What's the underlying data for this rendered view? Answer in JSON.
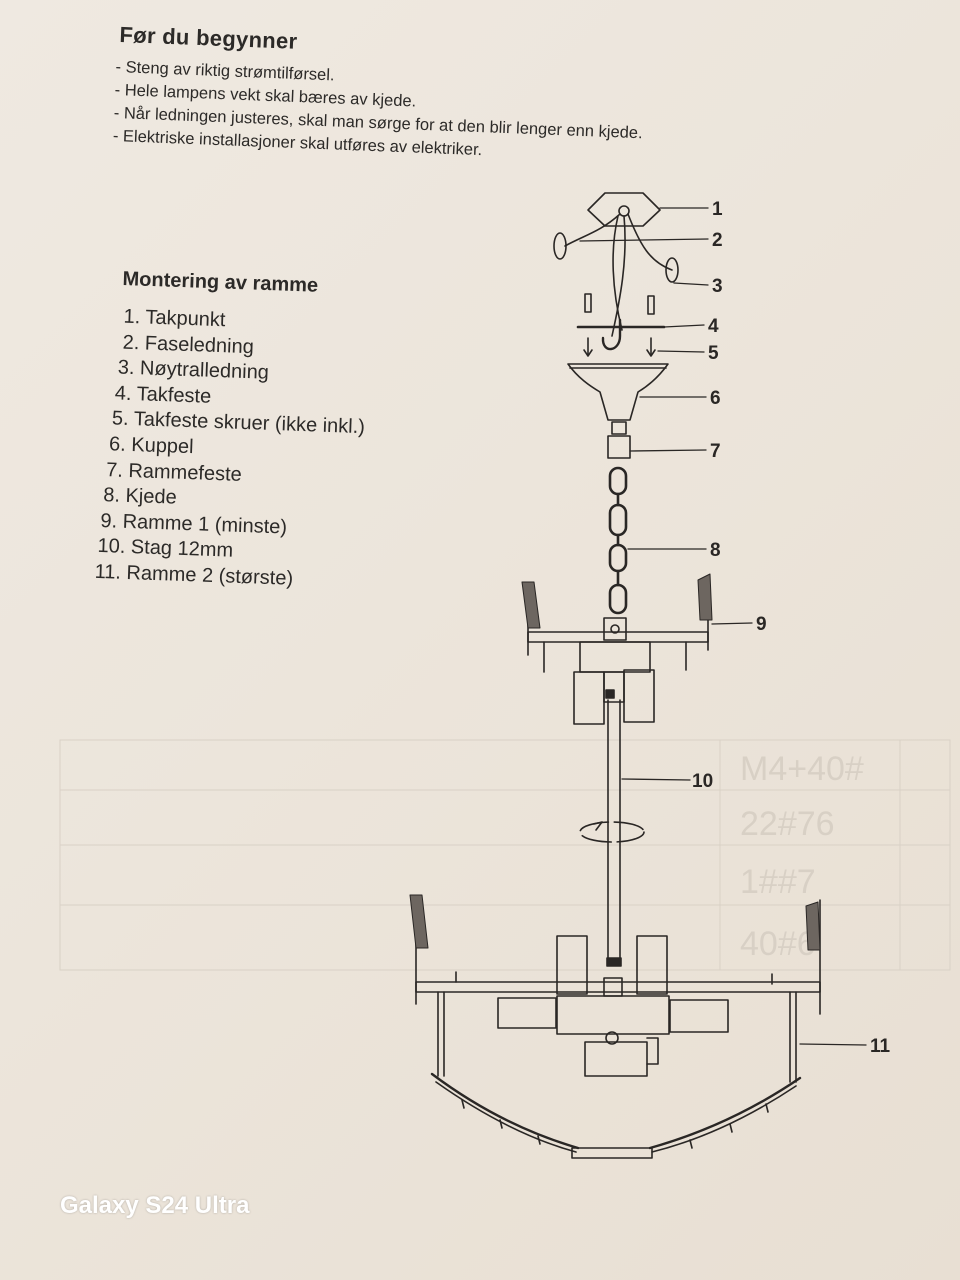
{
  "before_section": {
    "title": "Før du begynner",
    "items": [
      "- Steng av riktig strømtilførsel.",
      "- Hele lampens vekt skal bæres av kjede.",
      "- Når ledningen justeres, skal man sørge for at den blir lenger enn kjede.",
      "- Elektriske installasjoner skal utføres av elektriker."
    ]
  },
  "assembly_section": {
    "title": "Montering av ramme",
    "parts": [
      "1. Takpunkt",
      "2. Faseledning",
      "3. Nøytralledning",
      "4. Takfeste",
      "5. Takfeste skruer (ikke inkl.)",
      "6. Kuppel",
      "7. Rammefeste",
      "8. Kjede",
      "9. Ramme 1 (minste)",
      "10. Stag 12mm",
      "11. Ramme 2 (største)"
    ]
  },
  "diagram": {
    "callouts": [
      "1",
      "2",
      "3",
      "4",
      "5",
      "6",
      "7",
      "8",
      "9",
      "10",
      "11"
    ]
  },
  "watermark": "Galaxy S24 Ultra"
}
